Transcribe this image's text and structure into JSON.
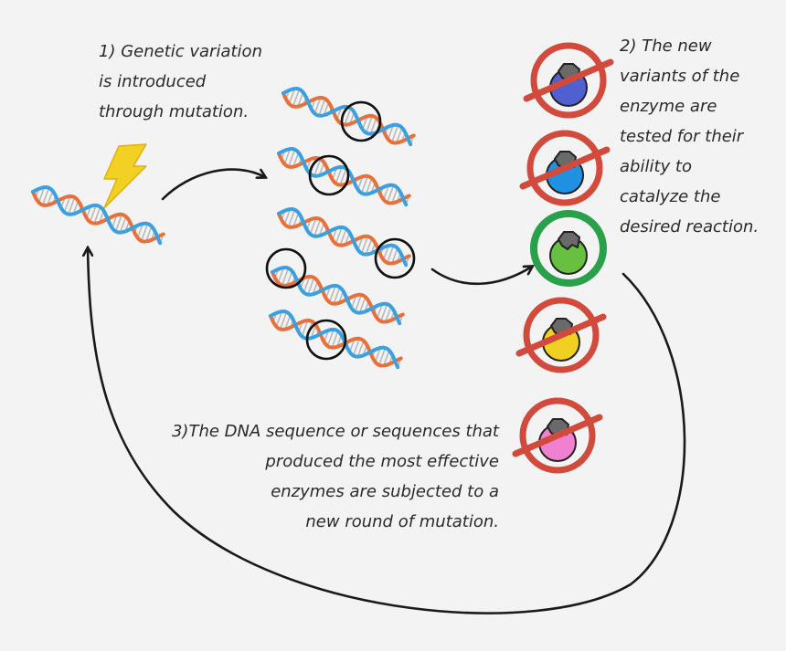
{
  "steps": {
    "step1": [
      "1) Genetic variation",
      "is introduced",
      "through mutation."
    ],
    "step2": [
      "2) The new",
      "variants of the",
      "enzyme are",
      "tested for their",
      "ability to",
      "catalyze the",
      "desired reaction."
    ],
    "step3": [
      "3)The DNA sequence or sequences that",
      "produced  the most effective",
      "enzymes are subjected to a",
      "new round of mutation."
    ]
  },
  "colors": {
    "background": "#f3f3f3",
    "dna_orange": "#e8703a",
    "dna_blue": "#3aa0e0",
    "bolt": "#f2d024",
    "reject": "#d24a3c",
    "accept": "#2aa04a"
  },
  "icons": [
    "lightning-bolt-icon",
    "dna-helix-icon",
    "mutation-circle-icon",
    "enzyme-icon",
    "reject-icon",
    "accept-ring-icon",
    "cycle-arrow-icon"
  ],
  "enzymes": [
    {
      "color": "#5060d0",
      "status": "rejected"
    },
    {
      "color": "#2090e0",
      "status": "rejected"
    },
    {
      "color": "#68c040",
      "status": "accepted"
    },
    {
      "color": "#f0d020",
      "status": "rejected"
    },
    {
      "color": "#f080d0",
      "status": "rejected"
    }
  ]
}
